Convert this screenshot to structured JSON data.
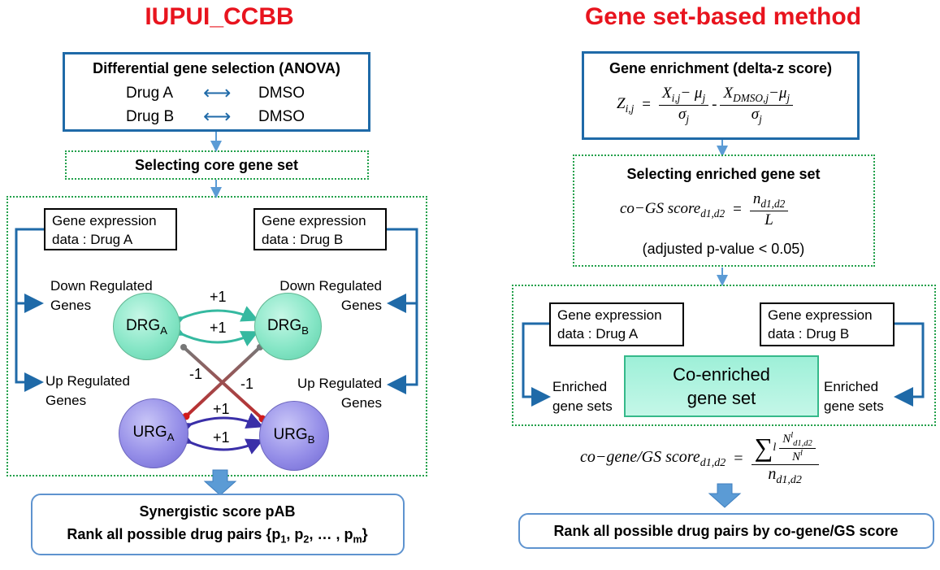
{
  "left": {
    "title": "IUPUI_CCBB",
    "step1": {
      "title": "Differential gene selection (ANOVA)",
      "row1_left": "Drug A",
      "row1_right": "DMSO",
      "row2_left": "Drug B",
      "row2_right": "DMSO",
      "arrow_symbol": "⟷"
    },
    "step2": {
      "title": "Selecting core gene set"
    },
    "diagram": {
      "box_a": {
        "line1": "Gene expression",
        "line2": "data : Drug A"
      },
      "box_b": {
        "line1": "Gene expression",
        "line2": "data : Drug B"
      },
      "down_left": {
        "line1": "Down Regulated",
        "line2": "Genes"
      },
      "down_right": {
        "line1": "Down Regulated",
        "line2": "Genes"
      },
      "up_left": {
        "line1": "Up Regulated",
        "line2": "Genes"
      },
      "up_right": {
        "line1": "Up Regulated",
        "line2": "Genes"
      },
      "drg_a": {
        "base": "DRG",
        "sub": "A"
      },
      "drg_b": {
        "base": "DRG",
        "sub": "B"
      },
      "urg_a": {
        "base": "URG",
        "sub": "A"
      },
      "urg_b": {
        "base": "URG",
        "sub": "B"
      },
      "plus_top1": "+1",
      "plus_top2": "+1",
      "plus_bot1": "+1",
      "plus_bot2": "+1",
      "minus_left": "-1",
      "minus_right": "-1"
    },
    "result": {
      "line1": "Synergistic score pAB",
      "line2_prefix": "Rank all possible drug pairs {p",
      "s1": "1",
      "sep1": ", p",
      "s2": "2",
      "sep2": ", … , p",
      "sm": "m",
      "suffix": "}"
    }
  },
  "right": {
    "title": "Gene set-based method",
    "step1": {
      "title": "Gene enrichment (delta-z score)",
      "z": "Z",
      "z_sub": "i,j",
      "eq": "=",
      "num1": "X",
      "num1_sub": "i,j",
      "minus1": "− μ",
      "mu_sub1": "j",
      "den1": "σ",
      "den1_sub": "j",
      "minus_mid": "-",
      "num2": "X",
      "num2_sub": "DMSO,j",
      "minus2": "−μ",
      "mu_sub2": "j",
      "den2": "σ",
      "den2_sub": "j"
    },
    "step2": {
      "title": "Selecting enriched gene set",
      "lhs": "co−GS score",
      "lhs_sub": "d1,d2",
      "eq": "=",
      "num": "n",
      "num_sub": "d1,d2",
      "den": "L",
      "note": "(adjusted p-value < 0.05)"
    },
    "diagram": {
      "box_a": {
        "line1": "Gene expression",
        "line2": "data : Drug A"
      },
      "box_b": {
        "line1": "Gene expression",
        "line2": "data : Drug B"
      },
      "enriched_left": {
        "line1": "Enriched",
        "line2": "gene sets"
      },
      "enriched_right": {
        "line1": "Enriched",
        "line2": "gene sets"
      },
      "center": {
        "line1": "Co-enriched",
        "line2": "gene set"
      }
    },
    "formula3": {
      "lhs": "co−gene/GS score",
      "lhs_sub": "d1,d2",
      "eq": "=",
      "sum": "∑",
      "sum_sub": "l",
      "inner_num": "N",
      "inner_num_sup": "l",
      "inner_num_sub": "d1,d2",
      "inner_den": "N",
      "inner_den_sup": "l",
      "den": "n",
      "den_sub": "d1,d2"
    },
    "result": {
      "text": "Rank all possible drug pairs by co-gene/GS score"
    }
  },
  "colors": {
    "title_red": "#e8141e",
    "box_blue": "#1f6aa8",
    "dotted_green": "#21a04a",
    "result_border": "#5e93cf",
    "arrow_blue": "#5b9bd5",
    "teal_arrow": "#35b9a0",
    "purple_arrow": "#3a2fa8"
  },
  "icons": [
    "down-arrow-icon",
    "double-arrow-icon",
    "elbow-arrow-icon"
  ]
}
